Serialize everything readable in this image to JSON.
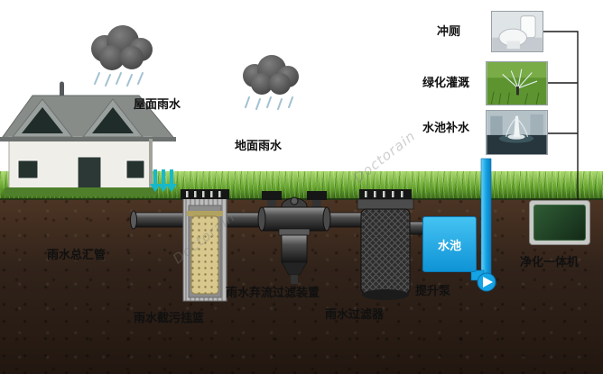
{
  "diagram": {
    "type": "rainwater-harvesting-system",
    "watermark": "Doctorain",
    "labels": {
      "roof_rain": "屋面雨水",
      "ground_rain": "地面雨水",
      "toilet": "冲厕",
      "irrigation": "绿化灌溉",
      "pool_refill": "水池补水",
      "main_pipe": "雨水总汇管",
      "intercept_basket": "雨水截污挂篮",
      "diversion_filter": "雨水弃流过滤装置",
      "rain_filter": "雨水过滤器",
      "tank": "水池",
      "lift_pump": "提升泵",
      "purifier": "净化一体机"
    },
    "colors": {
      "grass_green": "#67a42e",
      "soil_brown": "#31231a",
      "water_blue": "#14a3e4",
      "cloud_gray": "#4a4a4a",
      "roof_gray": "#878c89",
      "purifier_green": "#2f5c35"
    }
  }
}
